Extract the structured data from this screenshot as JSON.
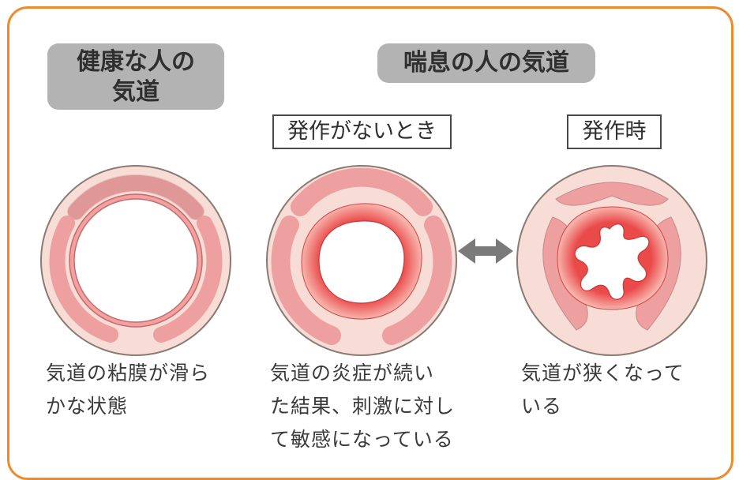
{
  "labels": {
    "healthy_title": "健康な人の\n気道",
    "asthma_title": "喘息の人の気道",
    "no_attack": "発作がないとき",
    "attack": "発作時"
  },
  "captions": {
    "healthy": "気道の粘膜が滑ら\nかな状態",
    "no_attack": "気道の炎症が続い\nた結果、刺激に対し\nて敏感になっている",
    "attack": "気道が狭くなって\nいる"
  },
  "colors": {
    "frame": "#ef8a2a",
    "pill": "#b3b3b3",
    "ring_outer": "#f7d7cf",
    "cartilage": "#f0a3a3",
    "mucosa": "#ea4a4a",
    "arrow": "#7a7a7a"
  }
}
